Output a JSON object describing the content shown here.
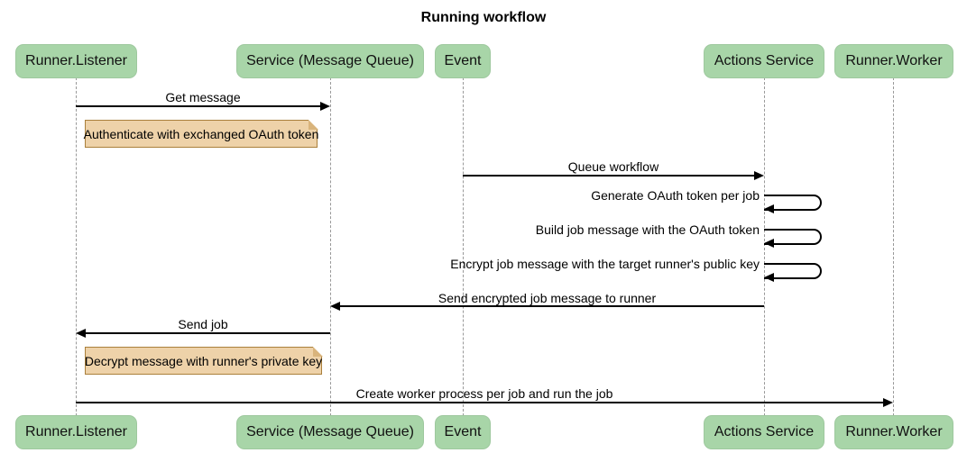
{
  "title": "Running workflow",
  "participants": [
    {
      "name": "Runner.Listener"
    },
    {
      "name": "Service (Message Queue)"
    },
    {
      "name": "Event"
    },
    {
      "name": "Actions Service"
    },
    {
      "name": "Runner.Worker"
    }
  ],
  "messages": [
    {
      "label": "Get message",
      "from": "Runner.Listener",
      "to": "Service (Message Queue)",
      "type": "solid-arrow"
    },
    {
      "label": "Queue workflow",
      "from": "Event",
      "to": "Actions Service",
      "type": "solid-arrow"
    },
    {
      "label": "Generate OAuth token per job",
      "from": "Actions Service",
      "to": "Actions Service",
      "type": "self"
    },
    {
      "label": "Build job message with the OAuth token",
      "from": "Actions Service",
      "to": "Actions Service",
      "type": "self"
    },
    {
      "label": "Encrypt job message with the target runner's public key",
      "from": "Actions Service",
      "to": "Actions Service",
      "type": "self"
    },
    {
      "label": "Send encrypted job message to runner",
      "from": "Actions Service",
      "to": "Service (Message Queue)",
      "type": "solid-arrow"
    },
    {
      "label": "Send job",
      "from": "Service (Message Queue)",
      "to": "Runner.Listener",
      "type": "solid-arrow"
    },
    {
      "label": "Create worker process per job and run the job",
      "from": "Runner.Listener",
      "to": "Runner.Worker",
      "type": "solid-arrow"
    }
  ],
  "notes": [
    {
      "text": "Authenticate with exchanged OAuth token",
      "position": "right of Runner.Listener"
    },
    {
      "text": "Decrypt message with runner's private key",
      "position": "right of Runner.Listener"
    }
  ],
  "colors": {
    "actor_fill": "#a8d5a8",
    "note_fill": "#eed2a9",
    "note_border": "#aa803c",
    "note_fold": "#d9b47c",
    "lifeline": "#999999",
    "arrow": "#000000",
    "text": "#111111"
  }
}
